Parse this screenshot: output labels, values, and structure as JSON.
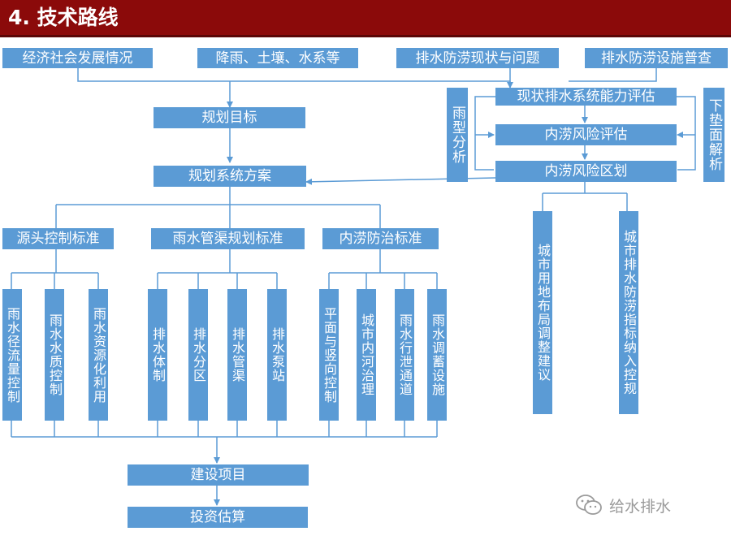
{
  "title": "4. 技术路线",
  "inputs": [
    "经济社会发展情况",
    "降雨、土壤、水系等",
    "排水防涝现状与问题",
    "排水防涝设施普查"
  ],
  "evaluation": [
    "现状排水系统能力评估",
    "内涝风险评估",
    "内涝风险区划"
  ],
  "side_left": "雨型分析",
  "side_right": "下垫面解析",
  "goal": "规划目标",
  "scheme": "规划系统方案",
  "standards": [
    "源头控制标准",
    "雨水管渠规划标准",
    "内涝防治标准"
  ],
  "source_items": [
    "雨水径流量控制",
    "雨水水质控制",
    "雨水资源化利用"
  ],
  "pipe_items": [
    "排水体制",
    "排水分区",
    "排水管渠",
    "排水泵站"
  ],
  "flood_items": [
    "平面与竖向控制",
    "城市内河治理",
    "雨水行泄通道",
    "雨水调蓄设施"
  ],
  "outputs": [
    "城市用地布局调整建议",
    "城市排水防涝指标纳入控规"
  ],
  "project": "建设项目",
  "investment": "投资估算",
  "watermark": "给水排水",
  "colors": {
    "box": "#5b9bd5",
    "line": "#5b9bd5",
    "title_bg": "#8b0a0a"
  }
}
